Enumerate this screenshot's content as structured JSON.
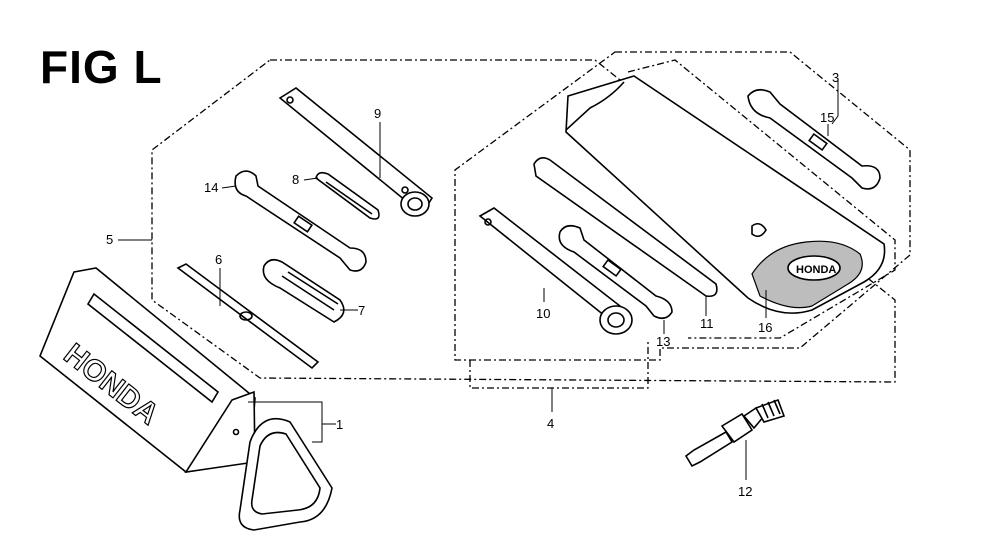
{
  "figure": {
    "title": "FIG L"
  },
  "callouts": {
    "c1": "1",
    "c3": "3",
    "c4": "4",
    "c5": "5",
    "c6": "6",
    "c7": "7",
    "c8": "8",
    "c9": "9",
    "c10": "10",
    "c11": "11",
    "c12": "12",
    "c13": "13",
    "c14": "14",
    "c15": "15",
    "c16": "16"
  },
  "reflector_text": "HONDA",
  "tool_bag_logo": "HONDA"
}
